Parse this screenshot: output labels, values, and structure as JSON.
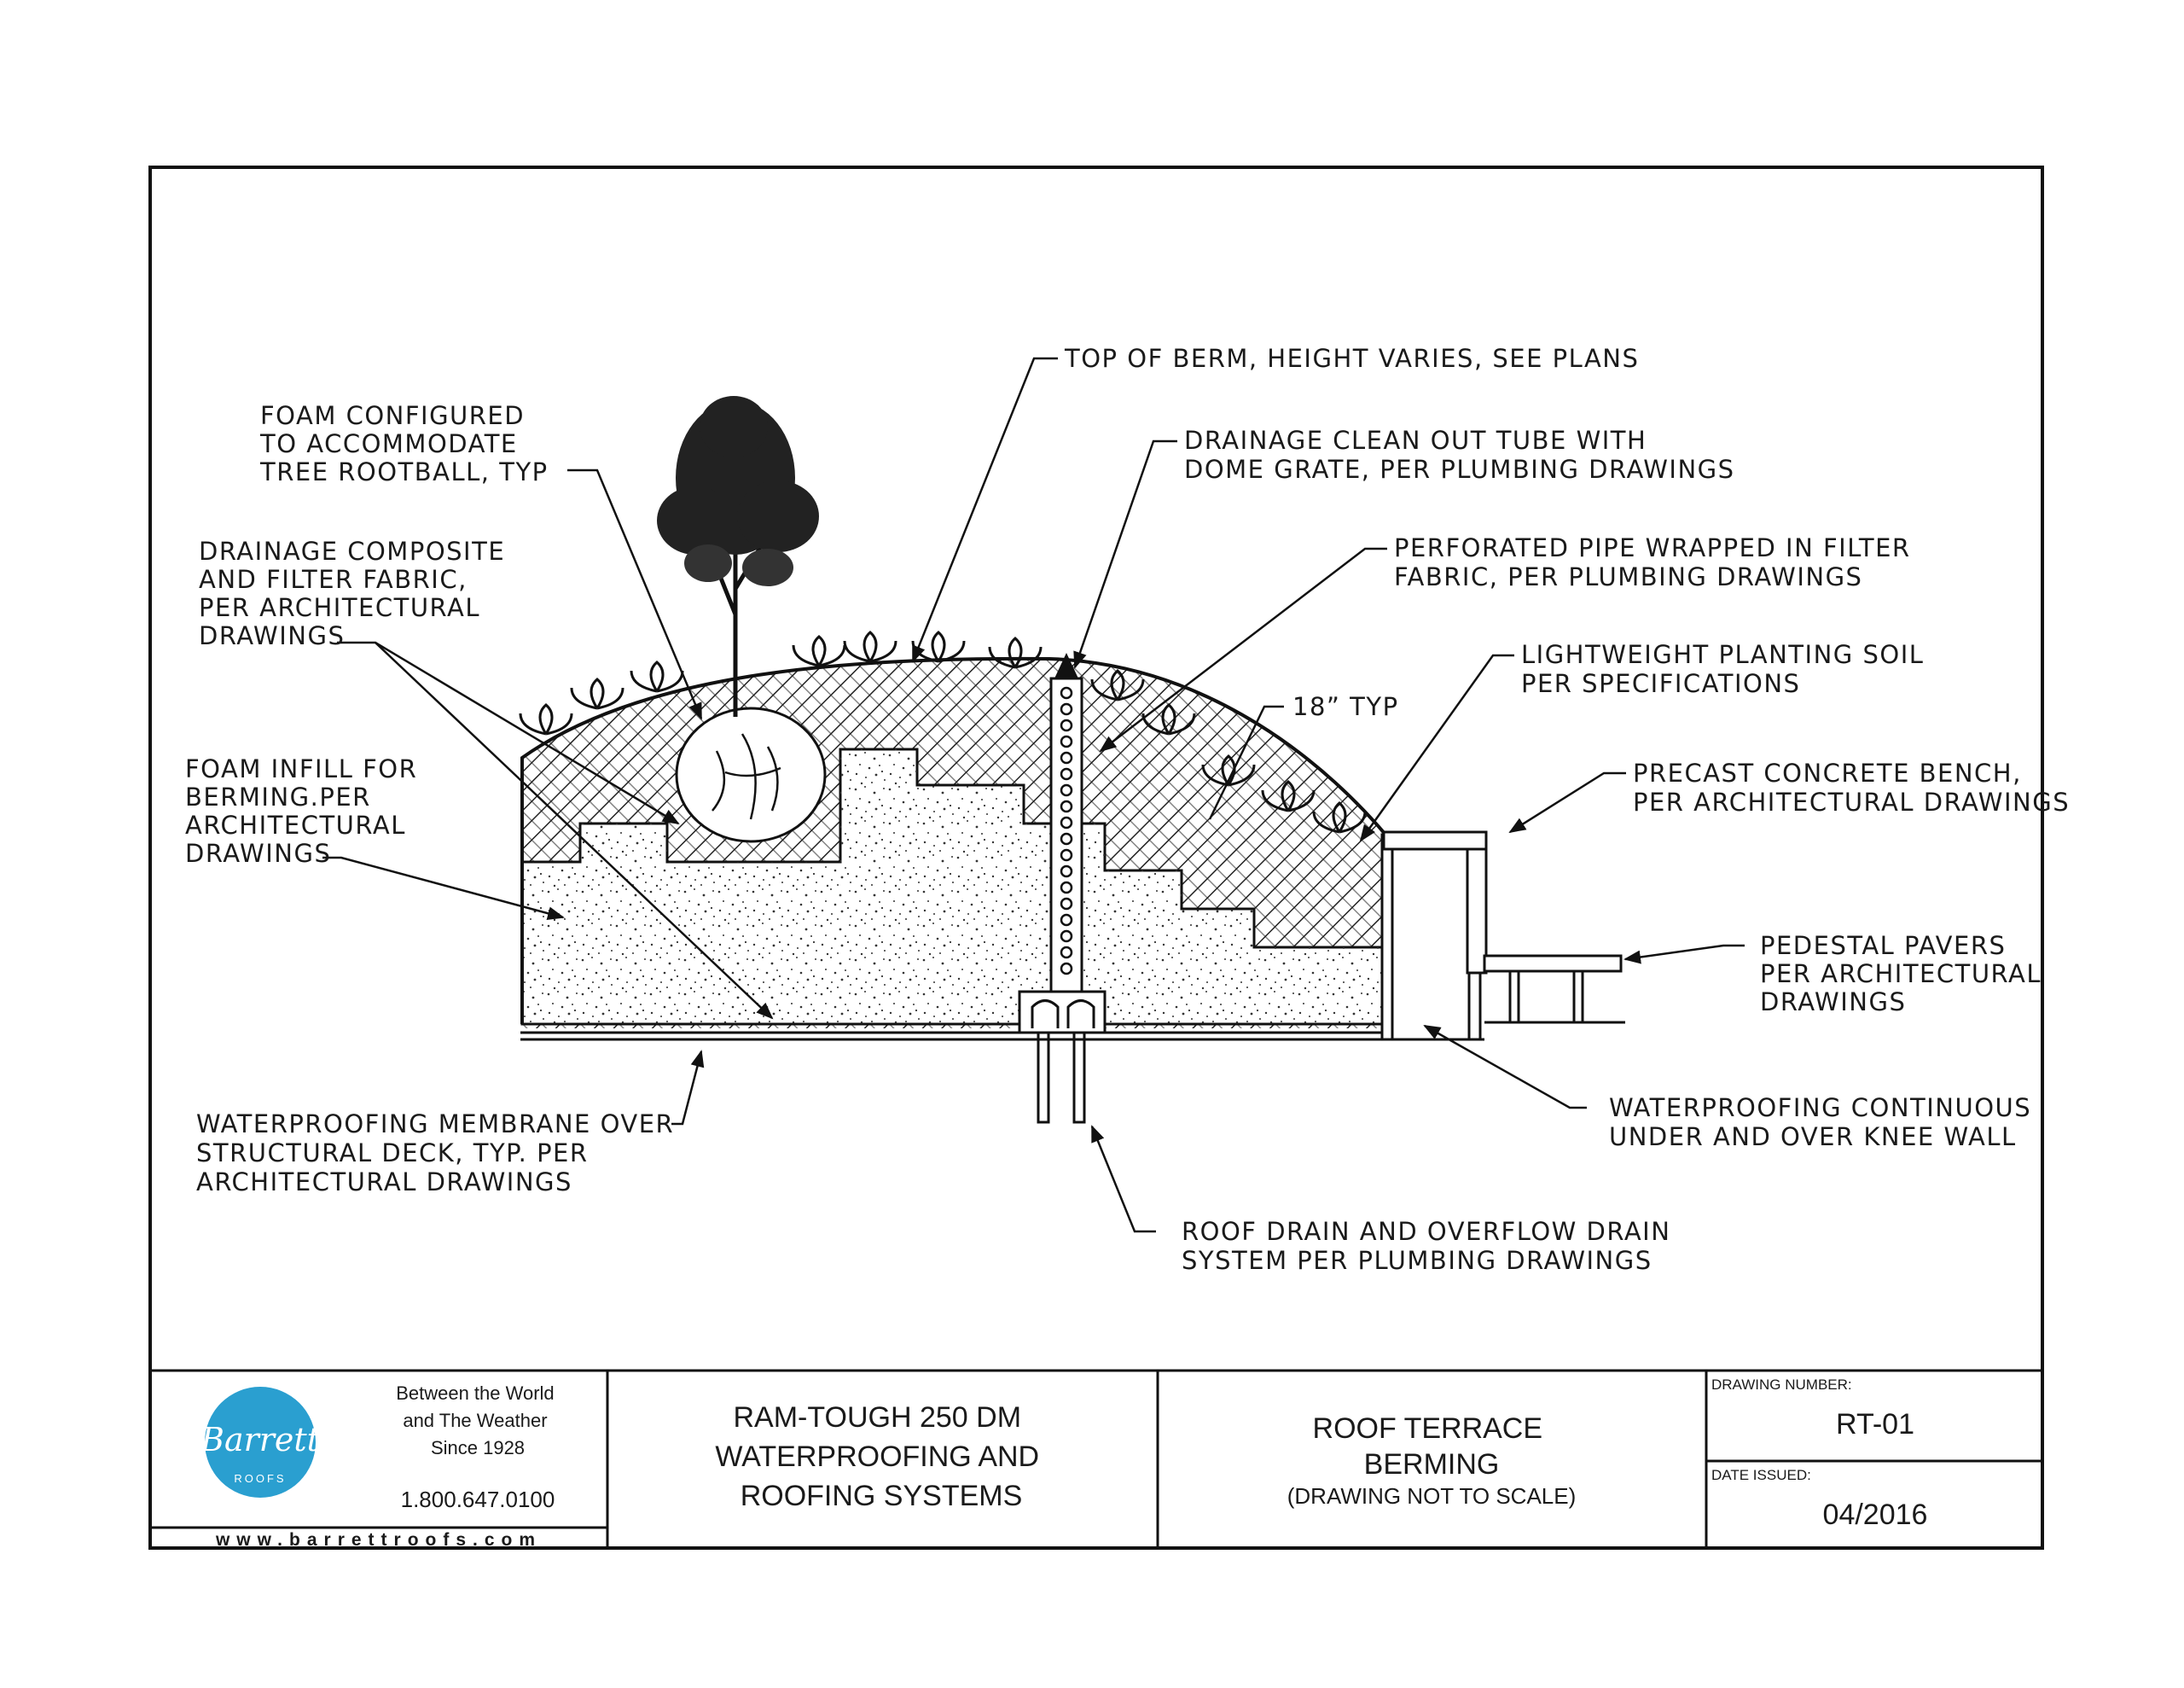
{
  "callouts": {
    "foam_rootball": [
      "FOAM CONFIGURED",
      "TO ACCOMMODATE",
      "TREE ROOTBALL, TYP"
    ],
    "drainage_composite": [
      "DRAINAGE COMPOSITE",
      "AND FILTER FABRIC,",
      "PER ARCHITECTURAL",
      "DRAWINGS"
    ],
    "foam_infill": [
      "FOAM INFILL FOR",
      "BERMING.PER",
      "ARCHITECTURAL",
      "DRAWINGS"
    ],
    "membrane": [
      "WATERPROOFING MEMBRANE OVER",
      "STRUCTURAL DECK, TYP. PER",
      "ARCHITECTURAL DRAWINGS"
    ],
    "top_of_berm": [
      "TOP OF BERM, HEIGHT VARIES, SEE PLANS"
    ],
    "clean_out": [
      "DRAINAGE CLEAN OUT TUBE WITH",
      "DOME GRATE, PER PLUMBING DRAWINGS"
    ],
    "perforated_pipe": [
      "PERFORATED PIPE WRAPPED IN FILTER",
      "FABRIC, PER PLUMBING DRAWINGS"
    ],
    "planting_soil": [
      "LIGHTWEIGHT PLANTING SOIL",
      "PER SPECIFICATIONS"
    ],
    "dimension": [
      "18” TYP"
    ],
    "bench": [
      "PRECAST CONCRETE BENCH,",
      "PER ARCHITECTURAL DRAWINGS"
    ],
    "pavers": [
      "PEDESTAL PAVERS",
      "PER ARCHITECTURAL",
      "DRAWINGS"
    ],
    "knee_wall": [
      "WATERPROOFING CONTINUOUS",
      "UNDER AND OVER KNEE WALL"
    ],
    "roof_drain": [
      "ROOF DRAIN AND OVERFLOW DRAIN",
      "SYSTEM PER PLUMBING DRAWINGS"
    ]
  },
  "title_block": {
    "logo_text": "Barrett",
    "logo_sub": "ROOFS",
    "logo_color": "#2a9fd0",
    "tagline": [
      "Between the World",
      "and The Weather",
      "Since 1928"
    ],
    "phone": "1.800.647.0100",
    "website": "www.barrettroofs.com",
    "product": [
      "RAM-TOUGH 250 DM",
      "WATERPROOFING AND",
      "ROOFING SYSTEMS"
    ],
    "drawing_title": [
      "ROOF TERRACE",
      "BERMING"
    ],
    "scale_note": "(DRAWING NOT TO SCALE)",
    "drawing_number_label": "DRAWING NUMBER:",
    "drawing_number": "RT-01",
    "date_label": "DATE ISSUED:",
    "date": "04/2016"
  }
}
